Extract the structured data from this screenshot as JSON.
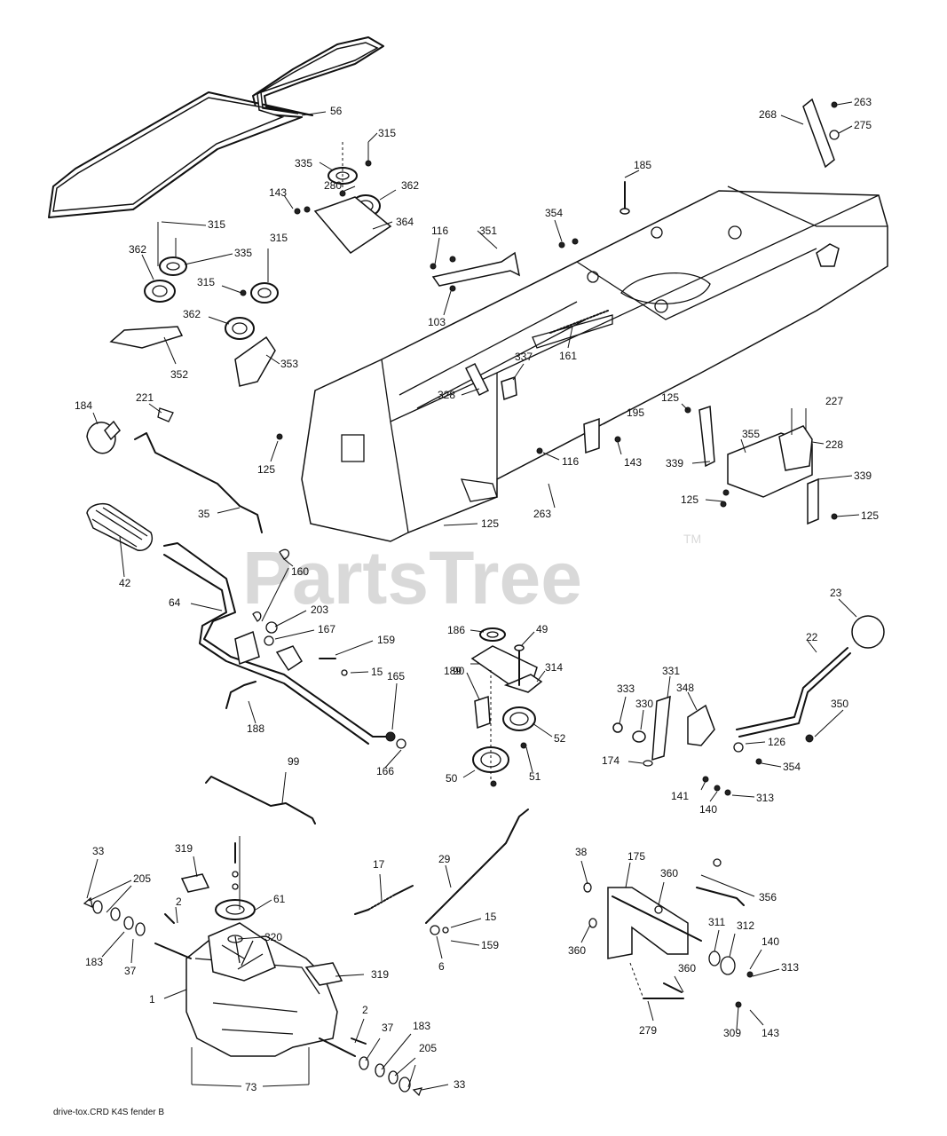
{
  "watermark": {
    "text": "PartsTree",
    "trademark": "TM"
  },
  "footer": {
    "text": "drive-tox.CRD  K4S  fender  B"
  },
  "callouts": [
    {
      "id": "c56",
      "label": "56"
    },
    {
      "id": "c315a",
      "label": "315"
    },
    {
      "id": "c335a",
      "label": "335"
    },
    {
      "id": "c280",
      "label": "280"
    },
    {
      "id": "c362a",
      "label": "362"
    },
    {
      "id": "c143a",
      "label": "143"
    },
    {
      "id": "c364",
      "label": "364"
    },
    {
      "id": "c315b",
      "label": "315"
    },
    {
      "id": "c362b",
      "label": "362"
    },
    {
      "id": "c335b",
      "label": "335"
    },
    {
      "id": "c315c",
      "label": "315"
    },
    {
      "id": "c315d",
      "label": "315"
    },
    {
      "id": "c362c",
      "label": "362"
    },
    {
      "id": "c352",
      "label": "352"
    },
    {
      "id": "c353",
      "label": "353"
    },
    {
      "id": "c263a",
      "label": "263"
    },
    {
      "id": "c268",
      "label": "268"
    },
    {
      "id": "c275",
      "label": "275"
    },
    {
      "id": "c185",
      "label": "185"
    },
    {
      "id": "c354a",
      "label": "354"
    },
    {
      "id": "c116a",
      "label": "116"
    },
    {
      "id": "c351",
      "label": "351"
    },
    {
      "id": "c103",
      "label": "103"
    },
    {
      "id": "c161",
      "label": "161"
    },
    {
      "id": "c337",
      "label": "337"
    },
    {
      "id": "c328",
      "label": "328"
    },
    {
      "id": "c184",
      "label": "184"
    },
    {
      "id": "c221",
      "label": "221"
    },
    {
      "id": "c125a",
      "label": "125"
    },
    {
      "id": "c35",
      "label": "35"
    },
    {
      "id": "c195",
      "label": "195"
    },
    {
      "id": "c116b",
      "label": "116"
    },
    {
      "id": "c143b",
      "label": "143"
    },
    {
      "id": "c263b",
      "label": "263"
    },
    {
      "id": "c125b",
      "label": "125"
    },
    {
      "id": "c227",
      "label": "227"
    },
    {
      "id": "c228",
      "label": "228"
    },
    {
      "id": "c355",
      "label": "355"
    },
    {
      "id": "c339a",
      "label": "339"
    },
    {
      "id": "c339b",
      "label": "339"
    },
    {
      "id": "c125c",
      "label": "125"
    },
    {
      "id": "c125d",
      "label": "125"
    },
    {
      "id": "c125e",
      "label": "125"
    },
    {
      "id": "c42",
      "label": "42"
    },
    {
      "id": "c160",
      "label": "160"
    },
    {
      "id": "c64",
      "label": "64"
    },
    {
      "id": "c203",
      "label": "203"
    },
    {
      "id": "c167",
      "label": "167"
    },
    {
      "id": "c159a",
      "label": "159"
    },
    {
      "id": "c15a",
      "label": "15"
    },
    {
      "id": "c188",
      "label": "188"
    },
    {
      "id": "c165",
      "label": "165"
    },
    {
      "id": "c166",
      "label": "166"
    },
    {
      "id": "c186",
      "label": "186"
    },
    {
      "id": "c49",
      "label": "49"
    },
    {
      "id": "c189",
      "label": "189"
    },
    {
      "id": "c314",
      "label": "314"
    },
    {
      "id": "c90",
      "label": "90"
    },
    {
      "id": "c52",
      "label": "52"
    },
    {
      "id": "c50",
      "label": "50"
    },
    {
      "id": "c51",
      "label": "51"
    },
    {
      "id": "c23",
      "label": "23"
    },
    {
      "id": "c22",
      "label": "22"
    },
    {
      "id": "c331",
      "label": "331"
    },
    {
      "id": "c333",
      "label": "333"
    },
    {
      "id": "c330",
      "label": "330"
    },
    {
      "id": "c348",
      "label": "348"
    },
    {
      "id": "c350",
      "label": "350"
    },
    {
      "id": "c126",
      "label": "126"
    },
    {
      "id": "c174",
      "label": "174"
    },
    {
      "id": "c354b",
      "label": "354"
    },
    {
      "id": "c141",
      "label": "141"
    },
    {
      "id": "c140a",
      "label": "140"
    },
    {
      "id": "c313a",
      "label": "313"
    },
    {
      "id": "c99",
      "label": "99"
    },
    {
      "id": "c33a",
      "label": "33"
    },
    {
      "id": "c319a",
      "label": "319"
    },
    {
      "id": "c205a",
      "label": "205"
    },
    {
      "id": "c2a",
      "label": "2"
    },
    {
      "id": "c61",
      "label": "61"
    },
    {
      "id": "c320",
      "label": "320"
    },
    {
      "id": "c183a",
      "label": "183"
    },
    {
      "id": "c37a",
      "label": "37"
    },
    {
      "id": "c17",
      "label": "17"
    },
    {
      "id": "c29",
      "label": "29"
    },
    {
      "id": "c15b",
      "label": "15"
    },
    {
      "id": "c159b",
      "label": "159"
    },
    {
      "id": "c6",
      "label": "6"
    },
    {
      "id": "c1",
      "label": "1"
    },
    {
      "id": "c319b",
      "label": "319"
    },
    {
      "id": "c2b",
      "label": "2"
    },
    {
      "id": "c37b",
      "label": "37"
    },
    {
      "id": "c183b",
      "label": "183"
    },
    {
      "id": "c205b",
      "label": "205"
    },
    {
      "id": "c73",
      "label": "73"
    },
    {
      "id": "c33b",
      "label": "33"
    },
    {
      "id": "c38",
      "label": "38"
    },
    {
      "id": "c175",
      "label": "175"
    },
    {
      "id": "c360a",
      "label": "360"
    },
    {
      "id": "c356",
      "label": "356"
    },
    {
      "id": "c360b",
      "label": "360"
    },
    {
      "id": "c311",
      "label": "311"
    },
    {
      "id": "c312",
      "label": "312"
    },
    {
      "id": "c140b",
      "label": "140"
    },
    {
      "id": "c313b",
      "label": "313"
    },
    {
      "id": "c360c",
      "label": "360"
    },
    {
      "id": "c279",
      "label": "279"
    },
    {
      "id": "c309",
      "label": "309"
    },
    {
      "id": "c143c",
      "label": "143"
    }
  ]
}
